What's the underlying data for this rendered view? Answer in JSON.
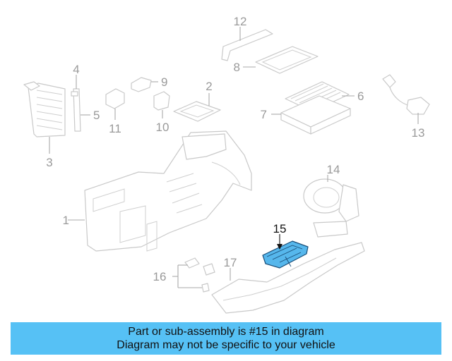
{
  "callouts": {
    "c1": "1",
    "c2": "2",
    "c3": "3",
    "c4": "4",
    "c5": "5",
    "c6": "6",
    "c7": "7",
    "c8": "8",
    "c9": "9",
    "c10": "10",
    "c11": "11",
    "c12": "12",
    "c13": "13",
    "c14": "14",
    "c15": "15",
    "c16": "16",
    "c17": "17"
  },
  "highlight_color": "#56b7ec",
  "banner": {
    "line1": "Part or sub-assembly is #15 in diagram",
    "line2": "Diagram may not be specific to your vehicle",
    "background": "#56c1f5"
  }
}
